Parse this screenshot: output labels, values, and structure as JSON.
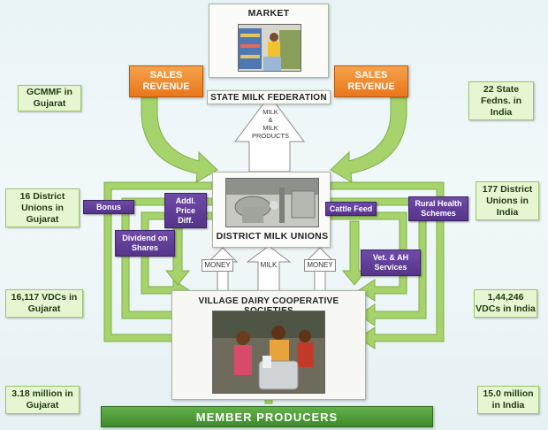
{
  "nodes": {
    "market": "MARKET",
    "state_federation": "STATE MILK FEDERATION",
    "district_unions": "DISTRICT MILK UNIONS",
    "village_societies": "VILLAGE DAIRY COOPERATIVE SOCIETIES",
    "member_producers": "MEMBER PRODUCERS"
  },
  "flows": {
    "sales_left": [
      "SALES",
      "REVENUE"
    ],
    "sales_right": [
      "SALES",
      "REVENUE"
    ],
    "milk_products": [
      "MILK",
      "&",
      "MILK",
      "PRODUCTS"
    ],
    "money_left": "MONEY",
    "milk_center": "MILK",
    "money_right": "MONEY"
  },
  "services": {
    "bonus": "Bonus",
    "addl_price": [
      "Addl.",
      "Price",
      "Diff."
    ],
    "dividend": [
      "Dividend on",
      "Shares"
    ],
    "cattle_feed": "Cattle Feed",
    "rural_health": [
      "Rural Health",
      "Schemes"
    ],
    "vet_ah": [
      "Vet. & AH",
      "Services"
    ]
  },
  "stats_left": [
    [
      "GCMMF in",
      "Gujarat"
    ],
    [
      "16 District",
      "Unions in",
      "Gujarat"
    ],
    [
      "16,117 VDCs in",
      "Gujarat"
    ],
    [
      "3.18 million in",
      "Gujarat"
    ]
  ],
  "stats_right": [
    [
      "22 State",
      "Fedns. in",
      "India"
    ],
    [
      "177 District",
      "Unions in",
      "India"
    ],
    [
      "1,44,246",
      "VDCs in India"
    ],
    [
      "15.0 million",
      "in India"
    ]
  ],
  "colors": {
    "arrow_green": "#a6d36b",
    "orange": "#e8771c",
    "purple": "#5d3b93",
    "member_bar": "#4f9a3c"
  }
}
